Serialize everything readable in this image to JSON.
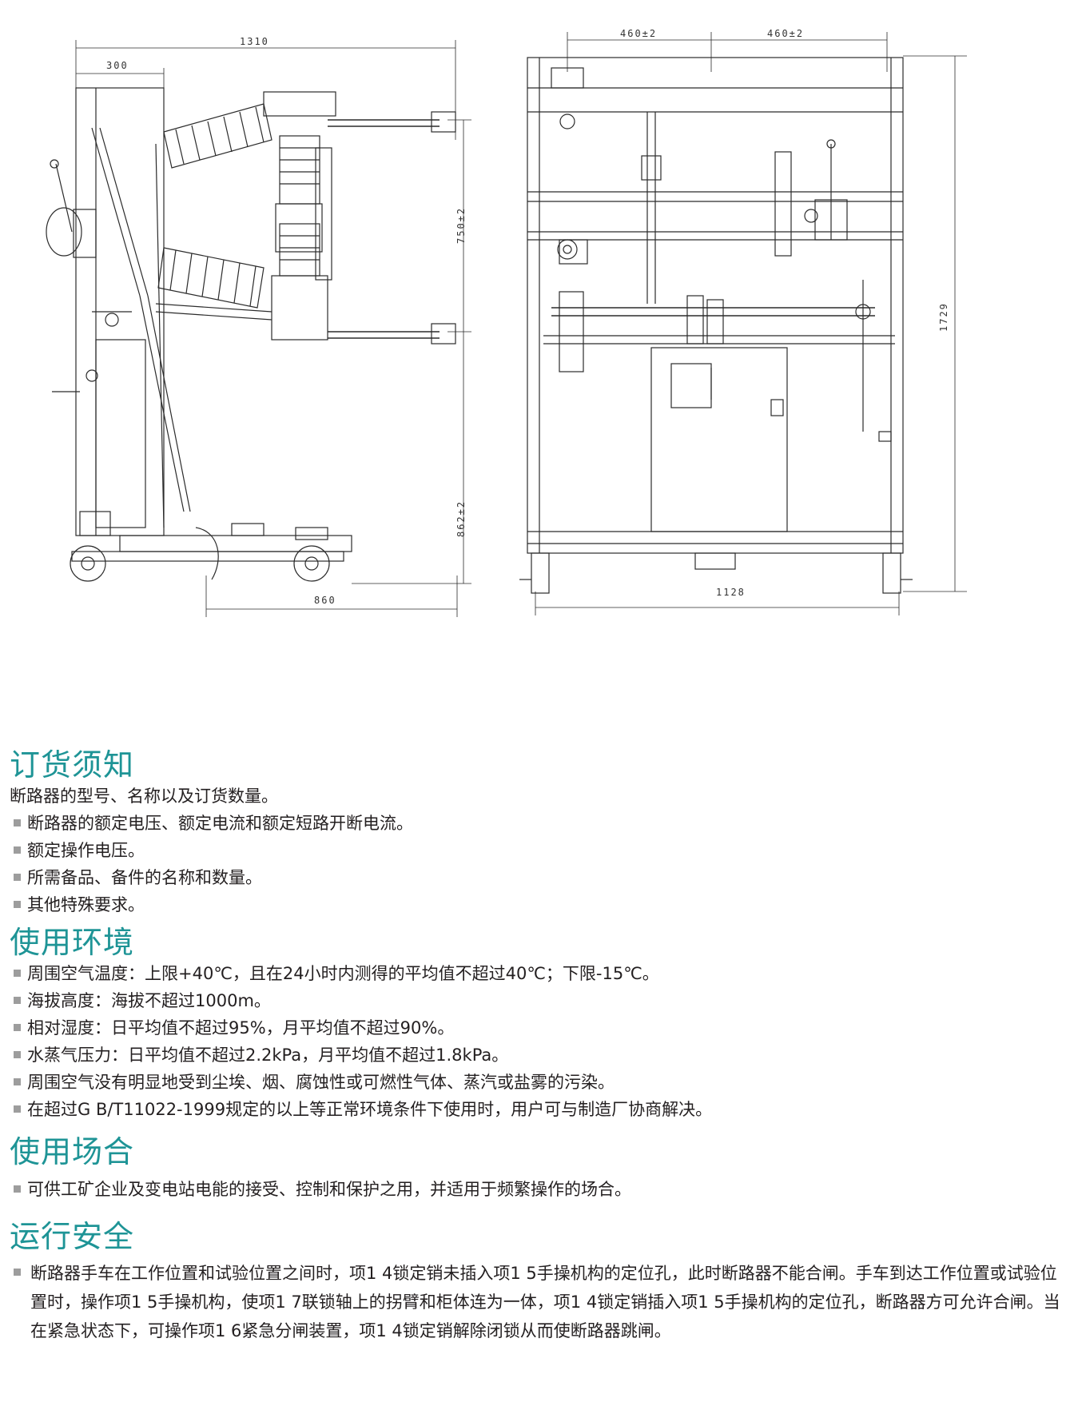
{
  "drawing": {
    "side_view": {
      "dim_total_width": "1310",
      "dim_top": "300",
      "dim_height_upper": "750±2",
      "dim_height_lower": "862±2",
      "dim_bottom": "860"
    },
    "front_view": {
      "dim_left_pitch": "460±2",
      "dim_right_pitch": "460±2",
      "dim_height": "1729",
      "dim_width": "1128"
    }
  },
  "sections": [
    {
      "title": "订货须知",
      "items": [
        {
          "text": "断路器的型号、名称以及订货数量。",
          "bullet": false
        },
        {
          "text": "断路器的额定电压、额定电流和额定短路开断电流。",
          "bullet": true
        },
        {
          "text": "额定操作电压。",
          "bullet": true
        },
        {
          "text": "所需备品、备件的名称和数量。",
          "bullet": true
        },
        {
          "text": "其他特殊要求。",
          "bullet": true
        }
      ]
    },
    {
      "title": "使用环境",
      "items": [
        {
          "text": "周围空气温度：上限+40℃，且在24小时内测得的平均值不超过40℃；下限-15℃。",
          "bullet": true
        },
        {
          "text": "海拔高度：海拔不超过1000m。",
          "bullet": true
        },
        {
          "text": "相对湿度：日平均值不超过95%，月平均值不超过90%。",
          "bullet": true
        },
        {
          "text": "水蒸气压力：日平均值不超过2.2kPa，月平均值不超过1.8kPa。",
          "bullet": true
        },
        {
          "text": "周围空气没有明显地受到尘埃、烟、腐蚀性或可燃性气体、蒸汽或盐雾的污染。",
          "bullet": true
        },
        {
          "text": "在超过G B/T11022-1999规定的以上等正常环境条件下使用时，用户可与制造厂协商解决。",
          "bullet": true
        }
      ]
    },
    {
      "title": "使用场合",
      "items": [
        {
          "text": "可供工矿企业及变电站电能的接受、控制和保护之用，并适用于频繁操作的场合。",
          "bullet": true
        }
      ]
    },
    {
      "title": "运行安全",
      "items": [
        {
          "text": "断路器手车在工作位置和试验位置之间时，项1 4锁定销未插入项1 5手操机构的定位孔，此时断路器不能合闸。手车到达工作位置或试验位置时，操作项1 5手操机构，使项1 7联锁轴上的拐臂和柜体连为一体，项1 4锁定销插入项1 5手操机构的定位孔，断路器方可允许合闸。当在紧急状态下，可操作项1 6紧急分闸装置，项1 4锁定销解除闭锁从而使断路器跳闸。",
          "bullet": true
        }
      ]
    }
  ]
}
